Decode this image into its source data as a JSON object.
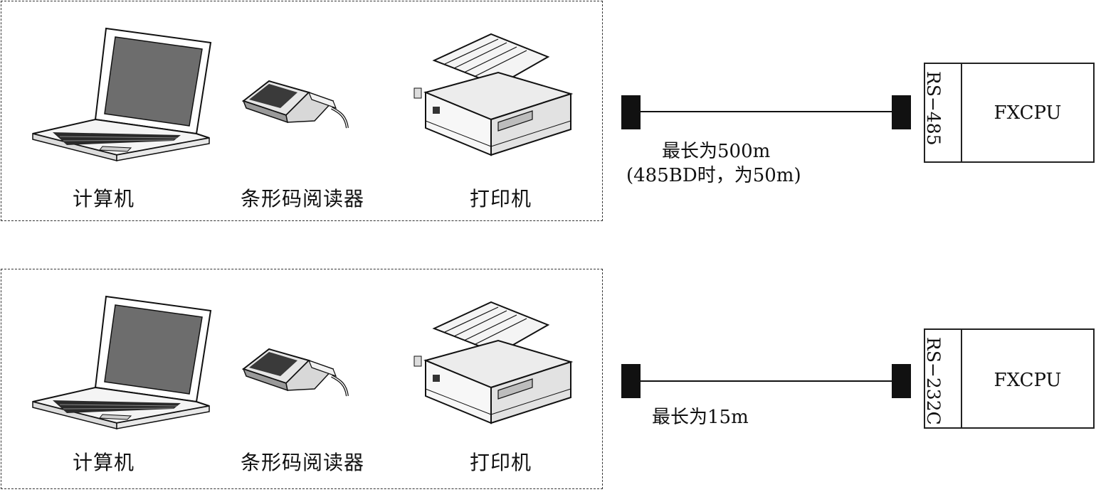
{
  "panels": [
    {
      "devices": [
        {
          "label": "计算机",
          "icon": "laptop-icon"
        },
        {
          "label": "条形码阅读器",
          "icon": "barcode-reader-icon"
        },
        {
          "label": "打印机",
          "icon": "printer-icon"
        }
      ],
      "cable": {
        "length_line1": "最长为500m",
        "length_line2": "(485BD时，为50m)"
      },
      "plc": {
        "port": "RS−485",
        "name": "FXCPU"
      }
    },
    {
      "devices": [
        {
          "label": "计算机",
          "icon": "laptop-icon"
        },
        {
          "label": "条形码阅读器",
          "icon": "barcode-reader-icon"
        },
        {
          "label": "打印机",
          "icon": "printer-icon"
        }
      ],
      "cable": {
        "length_line1": "最长为15m"
      },
      "plc": {
        "port": "RS−232C",
        "name": "FXCPU"
      }
    }
  ]
}
